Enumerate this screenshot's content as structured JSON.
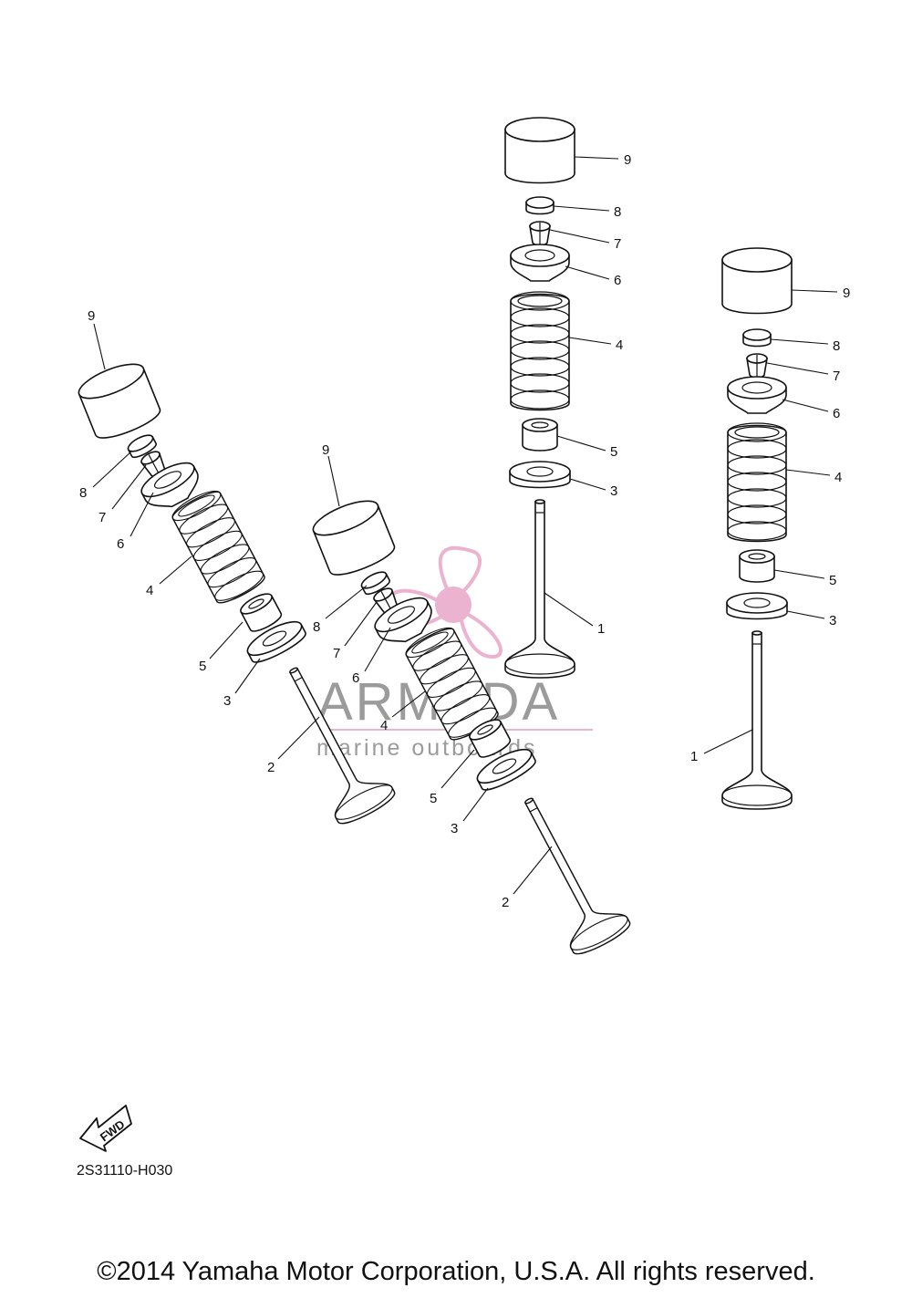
{
  "diagram_code": "2S31110-H030",
  "fwd_label": "FWD",
  "copyright": "©2014 Yamaha Motor Corporation, U.S.A. All rights reserved.",
  "watermark": {
    "brand": "ARMADA",
    "tagline": "marine outboards",
    "accent_color": "#e8a6c8",
    "text_color": "#8a8a8a"
  },
  "callouts": {
    "a1": "1",
    "a3": "3",
    "a4": "4",
    "a5": "5",
    "a6": "6",
    "a7": "7",
    "a8": "8",
    "a9": "9",
    "b1": "1",
    "b3": "3",
    "b4": "4",
    "b5": "5",
    "b6": "6",
    "b7": "7",
    "b8": "8",
    "b9": "9",
    "c2": "2",
    "c3": "3",
    "c4": "4",
    "c5": "5",
    "c6": "6",
    "c7": "7",
    "c8": "8",
    "c9": "9",
    "d2": "2",
    "d3": "3",
    "d4": "4",
    "d5": "5",
    "d6": "6",
    "d7": "7",
    "d8": "8",
    "d9": "9"
  }
}
